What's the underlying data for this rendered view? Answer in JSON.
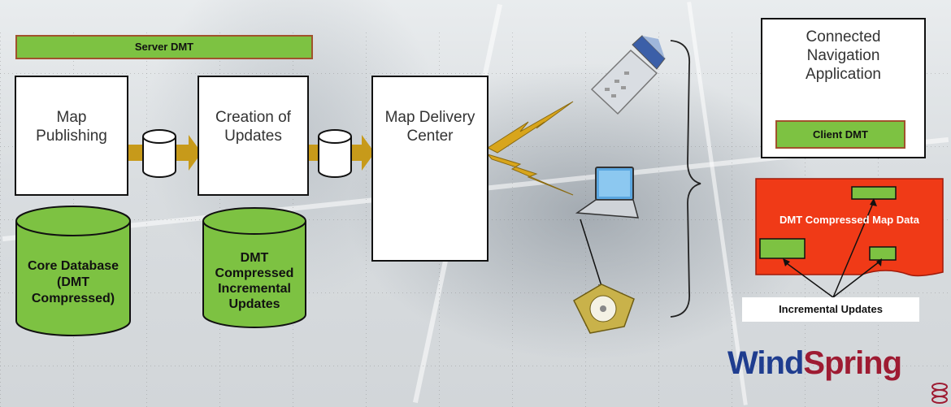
{
  "server_dmt": "Server DMT",
  "map_publishing": "Map Publishing",
  "creation_of_updates": "Creation of Updates",
  "map_delivery_center": "Map Delivery Center",
  "core_database": "Core Database (DMT Compressed)",
  "dmt_incremental": "DMT Compressed Incremental Updates",
  "connected_nav": "Connected Navigation Application",
  "client_dmt": "Client DMT",
  "dmt_map_data": "DMT Compressed Map Data",
  "incremental_updates": "Incremental Updates",
  "logo": {
    "part1": "Wind",
    "part2": "Spring"
  },
  "colors": {
    "green": "#7dc242",
    "red": "#f03a17",
    "arrow_gold": "#c79a1a",
    "logo_blue": "#1f3d8f",
    "logo_red": "#9e1b32"
  },
  "icons": [
    "database-cylinder-icon",
    "flip-phone-icon",
    "laptop-icon",
    "cd-disc-icon",
    "lightning-bolt-icon",
    "curly-brace"
  ]
}
